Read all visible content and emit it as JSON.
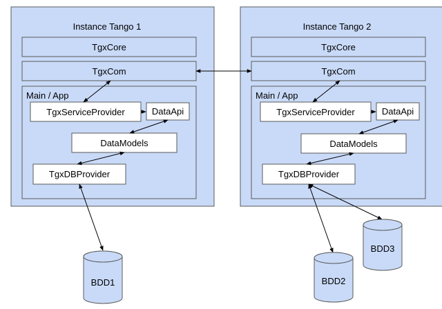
{
  "instances": [
    {
      "title": "Instance Tango 1",
      "core": "TgxCore",
      "com": "TgxCom",
      "app_label": "Main / App",
      "service_provider": "TgxServiceProvider",
      "data_api": "DataApi",
      "data_models": "DataModels",
      "db_provider": "TgxDBProvider"
    },
    {
      "title": "Instance Tango 2",
      "core": "TgxCore",
      "com": "TgxCom",
      "app_label": "Main / App",
      "service_provider": "TgxServiceProvider",
      "data_api": "DataApi",
      "data_models": "DataModels",
      "db_provider": "TgxDBProvider"
    }
  ],
  "databases": [
    "BDD1",
    "BDD2",
    "BDD3"
  ],
  "colors": {
    "box_fill": "#c9daf8",
    "box_stroke": "#595959",
    "inner_fill": "#ffffff",
    "line": "#000000"
  }
}
